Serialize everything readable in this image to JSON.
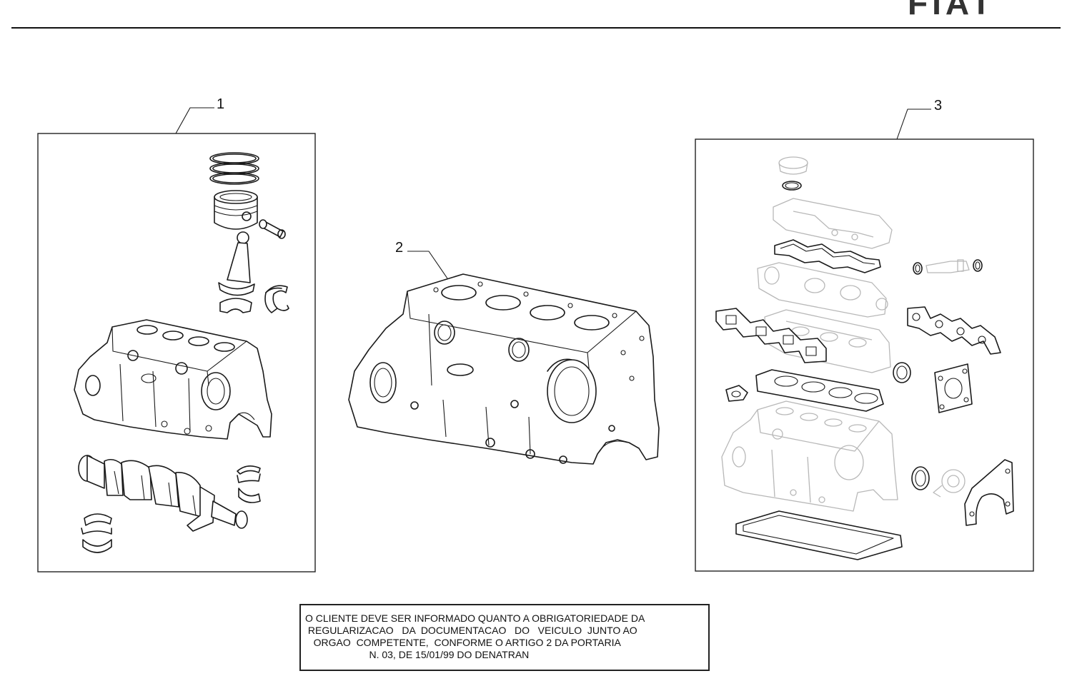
{
  "header": {
    "brand_logo": "FIAT",
    "brand_color": "#333333",
    "rule_color": "#111111"
  },
  "callouts": [
    {
      "number": "1"
    },
    {
      "number": "2"
    },
    {
      "number": "3"
    }
  ],
  "panels": [
    {
      "id": "short-engine-kit",
      "icon": "short-block-assembly-icon"
    },
    {
      "id": "engine-block",
      "icon": "engine-block-icon"
    },
    {
      "id": "gasket-kit",
      "icon": "gasket-set-icon"
    }
  ],
  "notice": {
    "lines": [
      "O CLIENTE DEVE SER INFORMADO QUANTO A OBRIGATORIEDADE DA",
      " REGULARIZACAO   DA  DOCUMENTACAO   DO   VEICULO  JUNTO AO",
      "   ORGAO  COMPETENTE,  CONFORME O ARTIGO 2 DA PORTARIA",
      "                       N. 03, DE 15/01/99 DO DENATRAN"
    ]
  }
}
